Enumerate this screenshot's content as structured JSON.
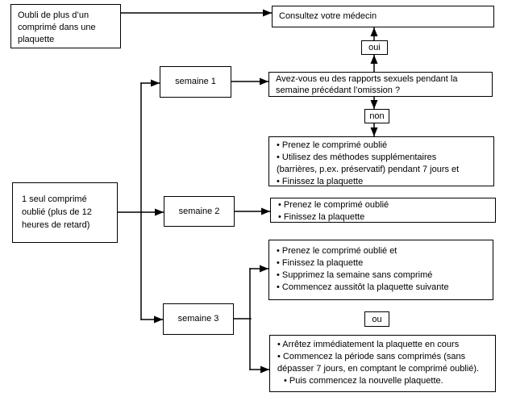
{
  "flowchart": {
    "colors": {
      "line": "#000000",
      "background": "#ffffff",
      "box_fill": "#ffffff"
    },
    "boxes": {
      "oubli_multiple": {
        "lines": [
          "Oubli de plus d’un",
          "comprimé dans une",
          "plaquette"
        ]
      },
      "consultez": {
        "label": "Consultez votre médecin"
      },
      "avez_vous": {
        "lines": [
          "Avez-vous eu des rapports sexuels pendant la",
          "semaine précédant l’omission ?"
        ]
      },
      "seul_oublie": {
        "lines": [
          "1 seul comprimé",
          "oublié (plus de 12",
          "heures de retard)"
        ]
      },
      "semaine1": {
        "label": "semaine 1"
      },
      "semaine2": {
        "label": "semaine 2"
      },
      "semaine3": {
        "label": "semaine 3"
      },
      "s1_result": {
        "lines": [
          "• Prenez le comprimé oublié",
          "• Utilisez des méthodes supplémentaires",
          "(barrières, p.ex. préservatif) pendant 7 jours et",
          "• Finissez la plaquette"
        ]
      },
      "s2_result": {
        "lines": [
          "• Prenez le comprimé oublié",
          "• Finissez la plaquette"
        ]
      },
      "s3_option1": {
        "lines": [
          "• Prenez le comprimé oublié et",
          "• Finissez la plaquette",
          "• Supprimez la semaine sans comprimé",
          "• Commencez aussitôt la plaquette suivante"
        ]
      },
      "s3_option2": {
        "lines": [
          "• Arrêtez immédiatement la plaquette en cours",
          "• Commencez la période sans comprimés (sans",
          "dépasser 7 jours, en comptant le comprimé oublié).",
          "• Puis commencez la nouvelle plaquette."
        ]
      }
    },
    "connector_labels": {
      "oui": "oui",
      "non": "non",
      "ou": "ou"
    }
  }
}
